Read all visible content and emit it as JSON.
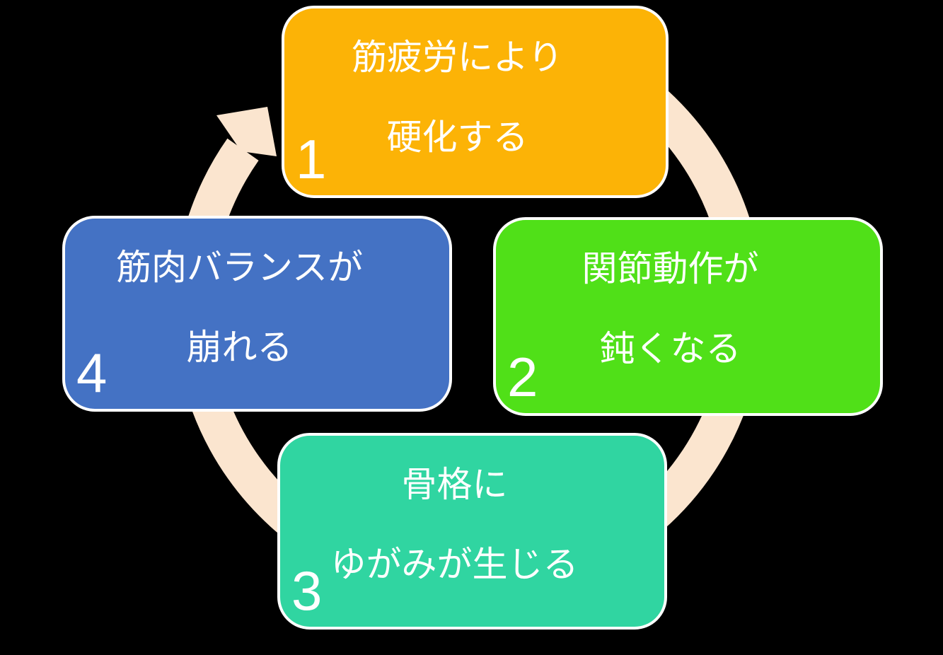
{
  "diagram": {
    "background_color": "#000000",
    "text_color": "#FFFFFF",
    "ring_color": "#FBE5CF",
    "arrow_direction": "clockwise",
    "steps": [
      {
        "number": "1",
        "position": "top",
        "color": "#FCB306",
        "lines": [
          "筋疲労により",
          "硬化する"
        ]
      },
      {
        "number": "2",
        "position": "right",
        "color": "#50E018",
        "lines": [
          "関節動作が",
          "鈍くなる"
        ]
      },
      {
        "number": "3",
        "position": "bottom",
        "color": "#30D5A1",
        "lines": [
          "骨格に",
          "ゆがみが生じる"
        ]
      },
      {
        "number": "4",
        "position": "left",
        "color": "#4472C4",
        "lines": [
          "筋肉バランスが",
          "崩れる"
        ]
      }
    ]
  }
}
